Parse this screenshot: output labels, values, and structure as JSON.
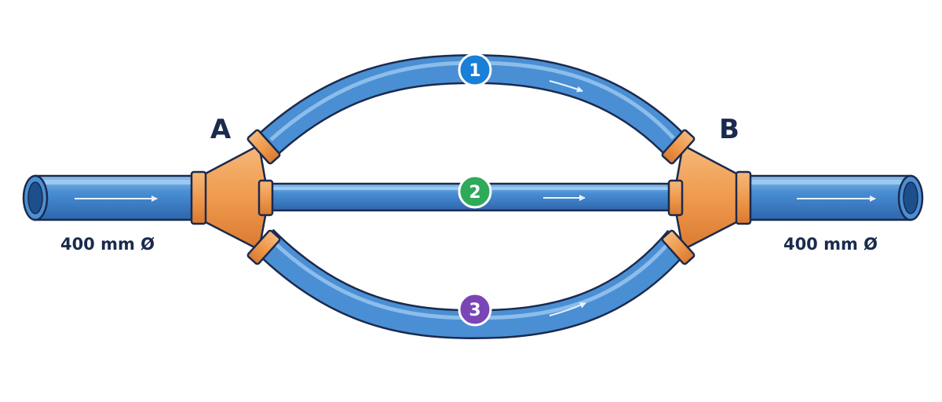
{
  "nodes": {
    "a": {
      "label": "A"
    },
    "b": {
      "label": "B"
    }
  },
  "inlet": {
    "diameter_label": "400 mm Ø"
  },
  "outlet": {
    "diameter_label": "400 mm Ø"
  },
  "branches": [
    {
      "number": "1",
      "color": "#1a7fd8"
    },
    {
      "number": "2",
      "color": "#2eaa5a"
    },
    {
      "number": "3",
      "color": "#7a45b5"
    }
  ],
  "colors": {
    "pipe": "#4a8fd4",
    "pipe_outline": "#1b2a4e",
    "fitting": "#ef9a4e",
    "flow_arrow": "#e8f2fb"
  }
}
